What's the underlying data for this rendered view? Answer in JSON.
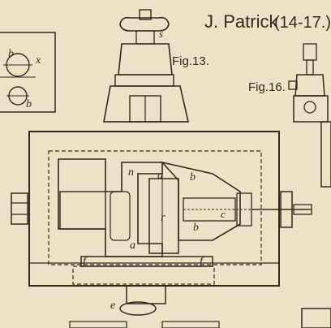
{
  "plate": {
    "author": "J. Patrick",
    "range": "(14-17.)",
    "colors": {
      "paper": "#ece2c6",
      "ink": "#2f2a22",
      "hatch": "#6b6252"
    }
  },
  "figures": {
    "fig13": "Fig.13.",
    "fig16": "Fig.16."
  },
  "labels": {
    "s": "s",
    "b_top": "b",
    "x": "x",
    "b_bottom": "b",
    "n": "n",
    "a_top": "a",
    "b_right": "b",
    "r": "r",
    "c": "c",
    "b_lower": "b",
    "a_bottom": "a",
    "f_left": "f",
    "f_right": "f",
    "e": "e"
  }
}
